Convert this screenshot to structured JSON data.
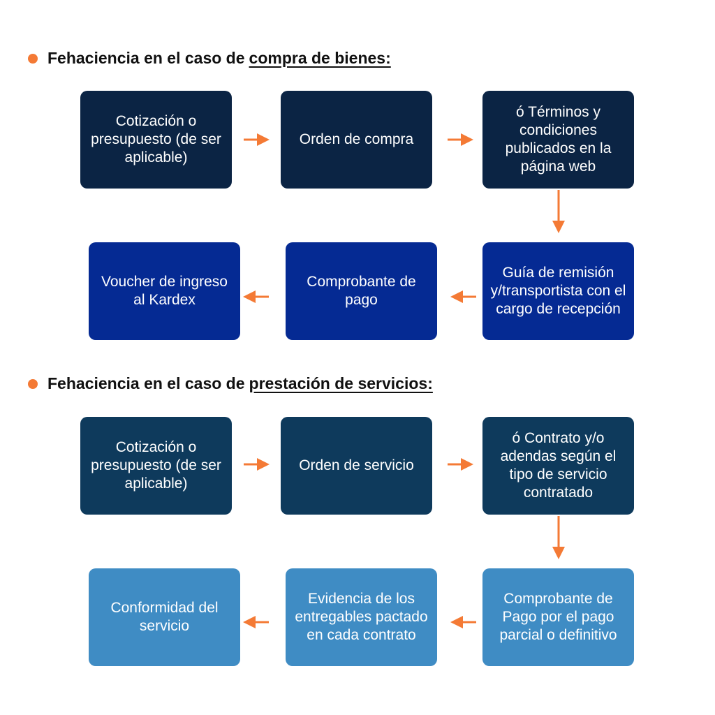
{
  "colors": {
    "accent": "#f47a35",
    "row1": "#0b2444",
    "row2": "#052a93",
    "row3": "#0e3a5c",
    "row4": "#3f8cc4"
  },
  "section1": {
    "heading_prefix": "Fehaciencia en el caso de",
    "heading_underlined": "compra de bienes:",
    "steps": [
      "Cotización o presupuesto (de ser aplicable)",
      "Orden de compra",
      "ó Términos y condiciones publicados en la página web",
      "Guía de remisión y/transportista con el cargo de recepción",
      "Comprobante de pago",
      "Voucher de ingreso al Kardex"
    ]
  },
  "section2": {
    "heading_prefix": "Fehaciencia en el caso de",
    "heading_underlined": "prestación de servicios:",
    "steps": [
      "Cotización o presupuesto (de ser aplicable)",
      "Orden de servicio",
      "ó Contrato y/o adendas según el tipo de servicio contratado",
      "Comprobante de Pago por el pago parcial o definitivo",
      "Evidencia de los entregables pactado en cada contrato",
      "Conformidad del servicio"
    ]
  }
}
